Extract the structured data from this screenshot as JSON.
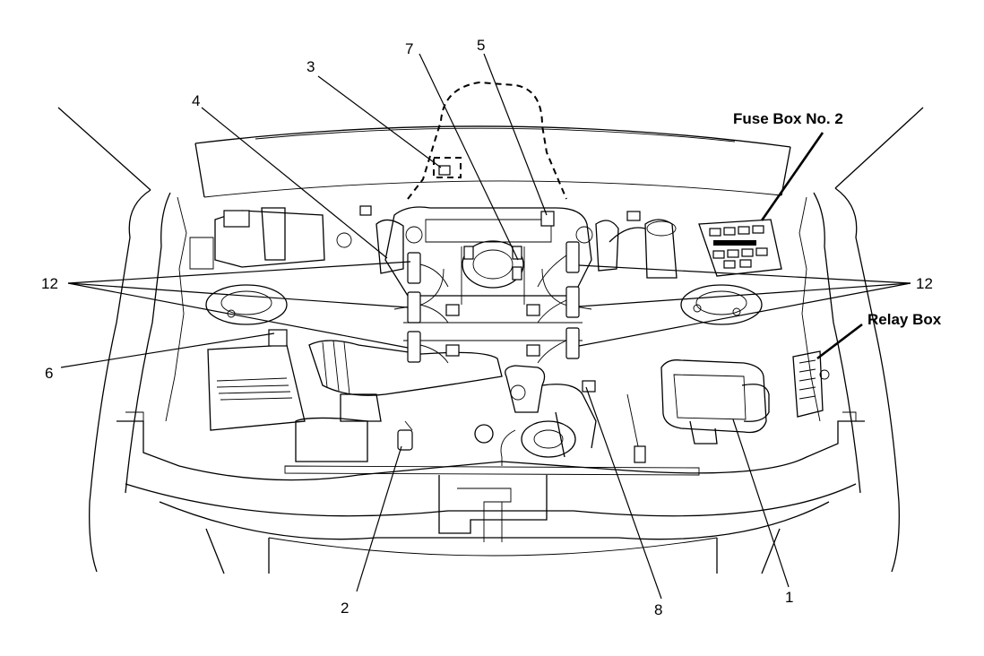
{
  "labels": {
    "c1": "1",
    "c2": "2",
    "c3": "3",
    "c4": "4",
    "c5": "5",
    "c6": "6",
    "c7": "7",
    "c8": "8",
    "c12_left": "12",
    "c12_right": "12"
  },
  "boxes": {
    "fuse_box": "Fuse Box No. 2",
    "relay_box": "Relay Box"
  },
  "colors": {
    "line": "#000000",
    "background": "#ffffff"
  }
}
